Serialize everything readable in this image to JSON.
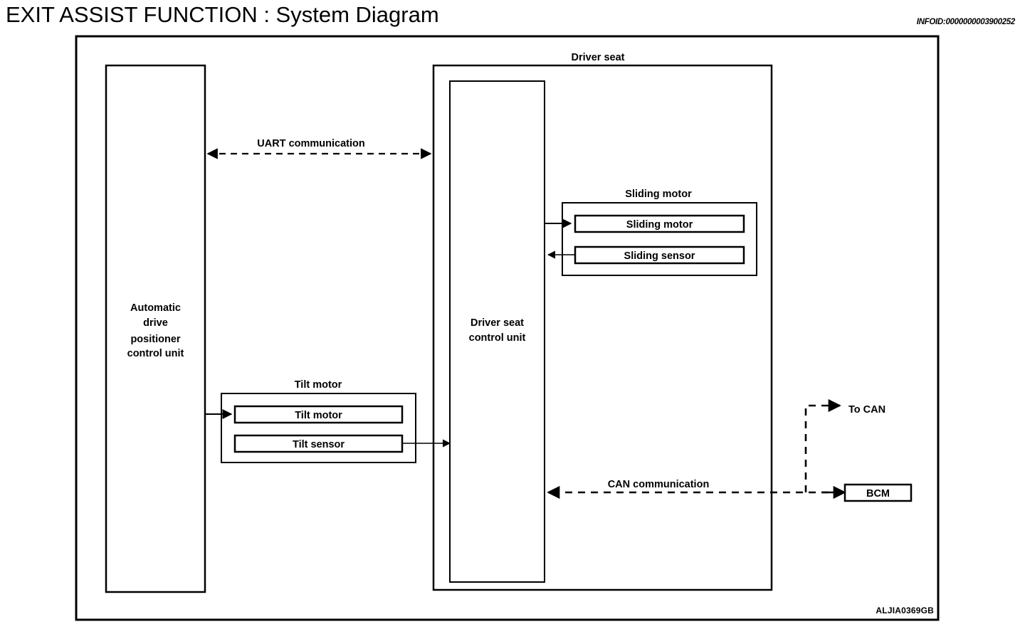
{
  "page": {
    "title": "EXIT ASSIST FUNCTION : System Diagram",
    "infoid": "INFOID:0000000003900252",
    "figure_code": "ALJIA0369GB"
  },
  "diagram": {
    "type": "block-diagram",
    "blocks": {
      "adp_control_unit": "Automatic\ndrive\npositioner\ncontrol unit",
      "adp_control_unit_lines": [
        "Automatic",
        "drive",
        "positioner",
        "control unit"
      ],
      "driver_seat_group": "Driver seat",
      "driver_seat_control_unit_lines": [
        "Driver seat",
        "control unit"
      ],
      "sliding_motor_group": "Sliding motor",
      "sliding_motor": "Sliding motor",
      "sliding_sensor": "Sliding sensor",
      "tilt_motor_group": "Tilt motor",
      "tilt_motor": "Tilt motor",
      "tilt_sensor": "Tilt sensor",
      "bcm": "BCM"
    },
    "connections": {
      "uart": "UART communication",
      "can": "CAN communication",
      "to_can": "To CAN"
    },
    "colors": {
      "line": "#000000",
      "background": "#ffffff",
      "text": "#000000"
    }
  }
}
